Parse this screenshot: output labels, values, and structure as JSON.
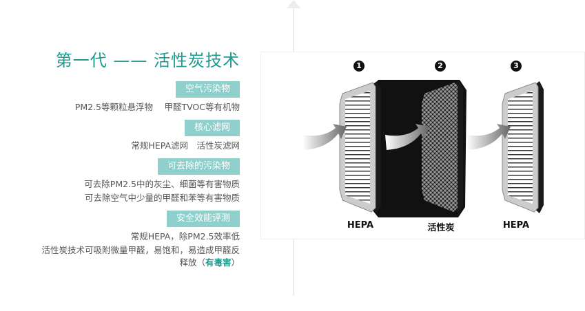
{
  "title": "第一代 —— 活性炭技术",
  "sections": [
    {
      "badge": "空气污染物",
      "lines": [
        "PM2.5等颗粒悬浮物　 甲醛TVOC等有机物"
      ]
    },
    {
      "badge": "核心滤网",
      "lines": [
        "常规HEPA滤网　活性炭滤网　"
      ]
    },
    {
      "badge": "可去除的污染物",
      "lines": [
        "可去除PM2.5中的灰尘、细菌等有害物质",
        "可去除空气中少量的甲醛和苯等有害物质"
      ]
    },
    {
      "badge": "安全效能评测",
      "lines": [
        "常规HEPA，除PM2.5效率低",
        "活性炭技术可吸附微量甲醛，易饱和，易造成甲醛反"
      ],
      "last_prefix": "释放（",
      "last_highlight": "有毒害",
      "last_suffix": "）"
    }
  ],
  "filters": [
    {
      "num": "1",
      "label": "HEPA"
    },
    {
      "num": "2",
      "label": "活性炭"
    },
    {
      "num": "3",
      "label": "HEPA"
    }
  ],
  "colors": {
    "accent": "#1e9a8f",
    "badge": "#8fd0cc"
  }
}
